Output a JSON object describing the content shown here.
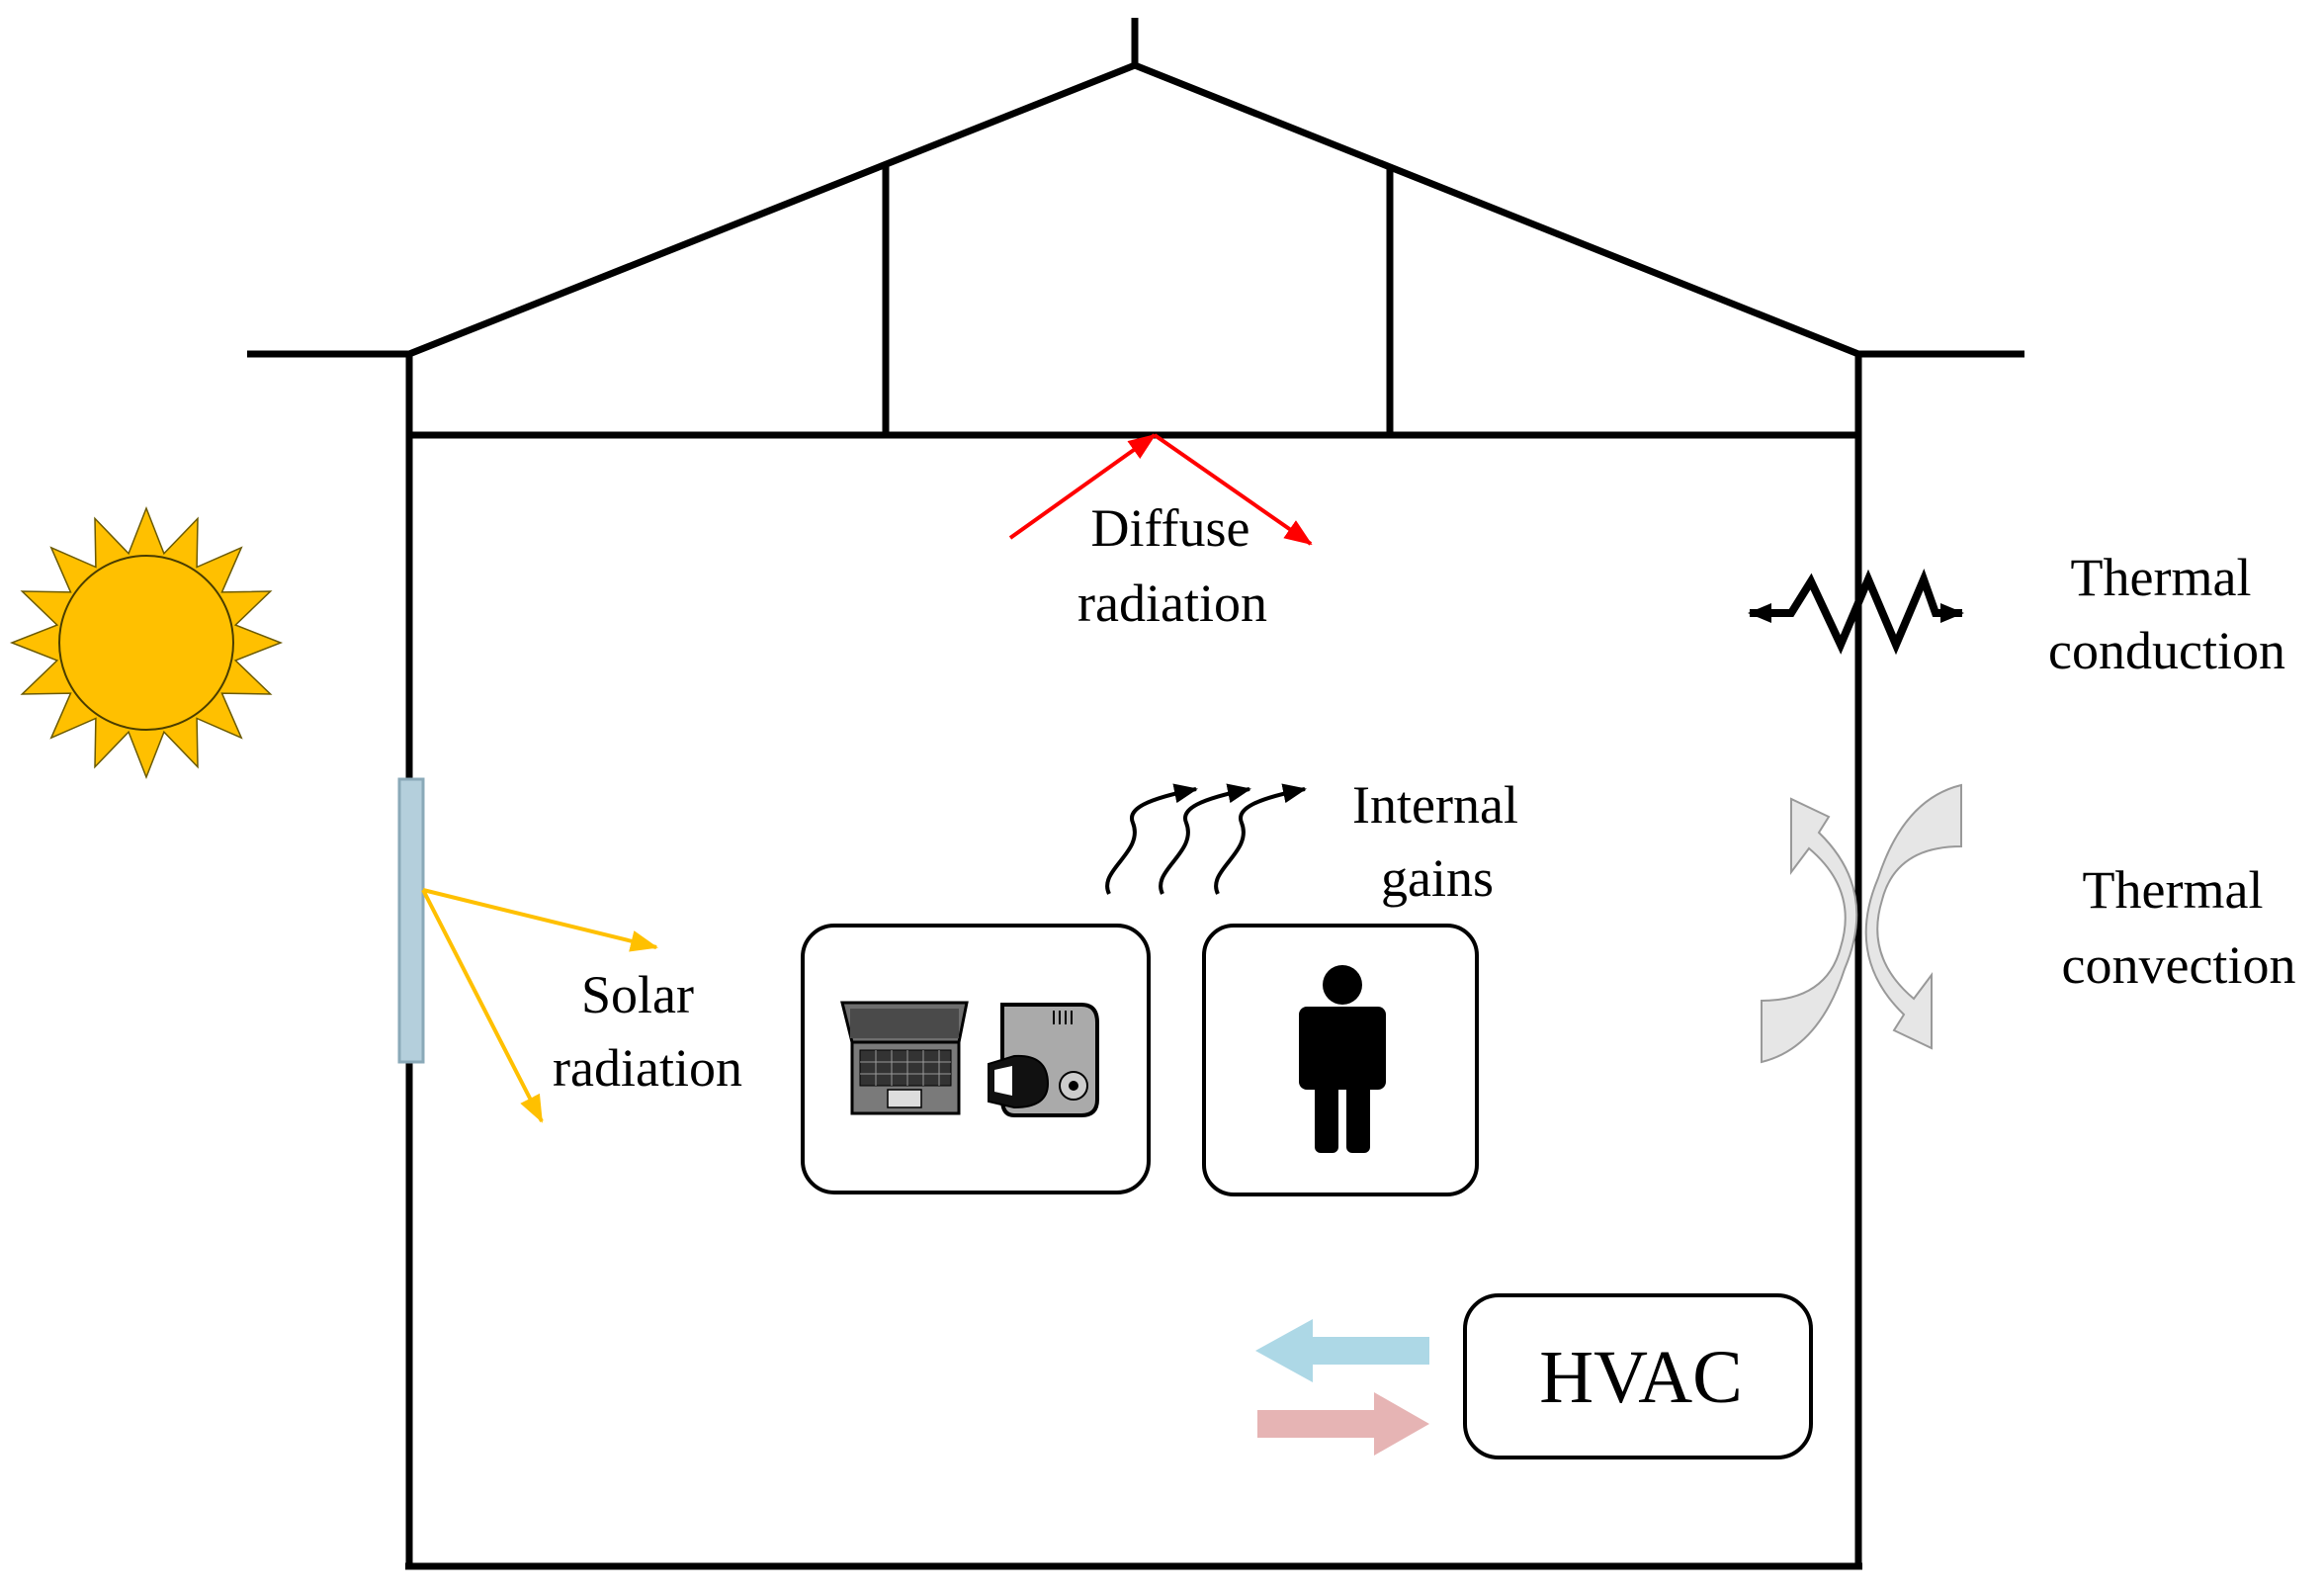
{
  "labels": {
    "diffuse_line1": "Diffuse",
    "diffuse_line2": "radiation",
    "conduction_line1": "Thermal",
    "conduction_line2": "conduction",
    "internal_line1": "Internal",
    "internal_line2": "gains",
    "convection_line1": "Thermal",
    "convection_line2": "convection",
    "solar_line1": "Solar",
    "solar_line2": "radiation",
    "hvac": "HVAC"
  },
  "icons": [
    "sun-icon",
    "window-glass",
    "laptop-icon",
    "projector-icon",
    "person-icon",
    "heat-wave-icon",
    "conduction-zigzag-icon",
    "convection-arrows-icon",
    "cold-air-arrow",
    "warm-air-arrow"
  ],
  "colors": {
    "line": "#000000",
    "sun": "#FFC000",
    "solar_rays": "#FFC000",
    "diffuse_rays": "#FF0000",
    "window": "#B4CFDC",
    "cold_air": "#ADD8E6",
    "warm_air": "#E6B4B4",
    "convection_fill": "#E6E6E6"
  }
}
